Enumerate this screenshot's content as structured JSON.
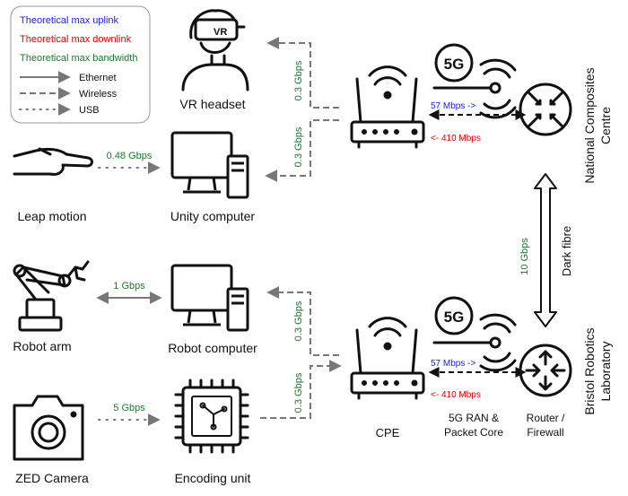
{
  "legend": {
    "uplink": "Theoretical max uplink",
    "downlink": "Theoretical max downlink",
    "bandwidth": "Theoretical max bandwidth",
    "ethernet": "Ethernet",
    "wireless": "Wireless",
    "usb": "USB"
  },
  "devices": {
    "vr_headset": "VR headset",
    "vr_badge": "VR",
    "unity_computer": "Unity computer",
    "leap_motion": "Leap motion",
    "robot_arm": "Robot arm",
    "robot_computer": "Robot computer",
    "zed_camera": "ZED Camera",
    "encoding_unit": "Encoding unit",
    "cpe": "CPE",
    "ran_line1": "5G RAN &",
    "ran_line2": "Packet Core",
    "router_line1": "Router /",
    "router_line2": "Firewall",
    "badge_5g": "5G"
  },
  "sites": {
    "top_line1": "National Composites",
    "top_line2": "Centre",
    "bottom_line1": "Bristol Robotics",
    "bottom_line2": "Laboratory",
    "dark_fibre": "Dark fibre"
  },
  "links": {
    "vr_wireless": "0.3 Gbps",
    "unity_wireless": "0.3 Gbps",
    "leap_usb": "0.48 Gbps",
    "top_uplink": "57 Mbps ->",
    "top_downlink": "<- 410 Mbps",
    "fibre": "10 Gbps",
    "robot_ethernet": "1 Gbps",
    "robot_wireless": "0.3 Gbps",
    "encoder_wireless": "0.3 Gbps",
    "zed_usb": "5 Gbps",
    "bottom_uplink": "57 Mbps ->",
    "bottom_downlink": "<- 410 Mbps"
  },
  "colors": {
    "uplink": "#1a1aff",
    "downlink": "#e00000",
    "bandwidth": "#1a7a2e",
    "line": "#777777",
    "icon": "#111111"
  }
}
